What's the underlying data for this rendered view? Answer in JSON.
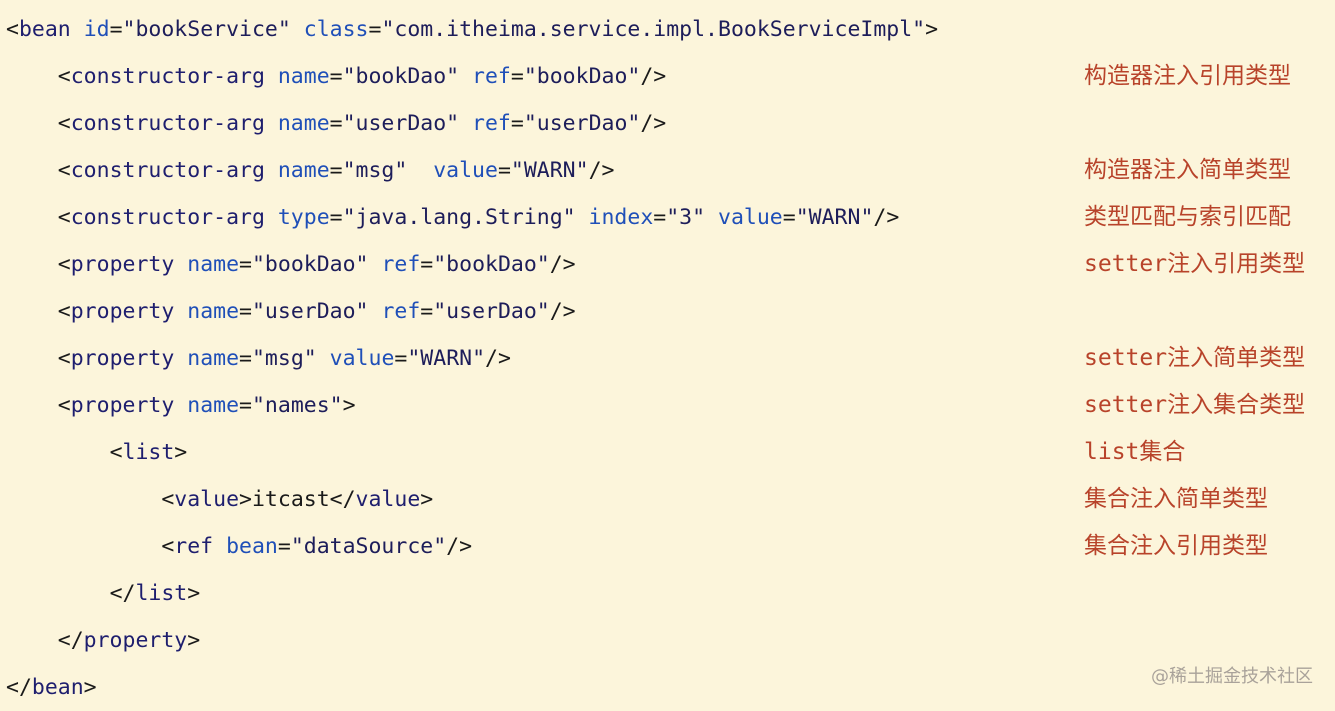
{
  "lines": [
    {
      "indent": 0,
      "tokens": [
        {
          "t": "punc",
          "v": "<"
        },
        {
          "t": "tag",
          "v": "bean"
        },
        {
          "t": "punc",
          "v": " "
        },
        {
          "t": "attr",
          "v": "id"
        },
        {
          "t": "punc",
          "v": "="
        },
        {
          "t": "val",
          "v": "\"bookService\""
        },
        {
          "t": "punc",
          "v": " "
        },
        {
          "t": "attr",
          "v": "class"
        },
        {
          "t": "punc",
          "v": "="
        },
        {
          "t": "val",
          "v": "\"com.itheima.service.impl.BookServiceImpl\""
        },
        {
          "t": "punc",
          "v": ">"
        }
      ]
    },
    {
      "indent": 1,
      "tokens": [
        {
          "t": "punc",
          "v": "<"
        },
        {
          "t": "tag",
          "v": "constructor-arg"
        },
        {
          "t": "punc",
          "v": " "
        },
        {
          "t": "attr",
          "v": "name"
        },
        {
          "t": "punc",
          "v": "="
        },
        {
          "t": "val",
          "v": "\"bookDao\""
        },
        {
          "t": "punc",
          "v": " "
        },
        {
          "t": "attr",
          "v": "ref"
        },
        {
          "t": "punc",
          "v": "="
        },
        {
          "t": "val",
          "v": "\"bookDao\""
        },
        {
          "t": "punc",
          "v": "/>"
        }
      ]
    },
    {
      "indent": 1,
      "tokens": [
        {
          "t": "punc",
          "v": "<"
        },
        {
          "t": "tag",
          "v": "constructor-arg"
        },
        {
          "t": "punc",
          "v": " "
        },
        {
          "t": "attr",
          "v": "name"
        },
        {
          "t": "punc",
          "v": "="
        },
        {
          "t": "val",
          "v": "\"userDao\""
        },
        {
          "t": "punc",
          "v": " "
        },
        {
          "t": "attr",
          "v": "ref"
        },
        {
          "t": "punc",
          "v": "="
        },
        {
          "t": "val",
          "v": "\"userDao\""
        },
        {
          "t": "punc",
          "v": "/>"
        }
      ]
    },
    {
      "indent": 1,
      "tokens": [
        {
          "t": "punc",
          "v": "<"
        },
        {
          "t": "tag",
          "v": "constructor-arg"
        },
        {
          "t": "punc",
          "v": " "
        },
        {
          "t": "attr",
          "v": "name"
        },
        {
          "t": "punc",
          "v": "="
        },
        {
          "t": "val",
          "v": "\"msg\""
        },
        {
          "t": "punc",
          "v": "  "
        },
        {
          "t": "attr",
          "v": "value"
        },
        {
          "t": "punc",
          "v": "="
        },
        {
          "t": "val",
          "v": "\"WARN\""
        },
        {
          "t": "punc",
          "v": "/>"
        }
      ]
    },
    {
      "indent": 1,
      "tokens": [
        {
          "t": "punc",
          "v": "<"
        },
        {
          "t": "tag",
          "v": "constructor-arg"
        },
        {
          "t": "punc",
          "v": " "
        },
        {
          "t": "attr",
          "v": "type"
        },
        {
          "t": "punc",
          "v": "="
        },
        {
          "t": "val",
          "v": "\"java.lang.String\""
        },
        {
          "t": "punc",
          "v": " "
        },
        {
          "t": "attr",
          "v": "index"
        },
        {
          "t": "punc",
          "v": "="
        },
        {
          "t": "val",
          "v": "\"3\""
        },
        {
          "t": "punc",
          "v": " "
        },
        {
          "t": "attr",
          "v": "value"
        },
        {
          "t": "punc",
          "v": "="
        },
        {
          "t": "val",
          "v": "\"WARN\""
        },
        {
          "t": "punc",
          "v": "/>"
        }
      ]
    },
    {
      "indent": 1,
      "tokens": [
        {
          "t": "punc",
          "v": "<"
        },
        {
          "t": "tag",
          "v": "property"
        },
        {
          "t": "punc",
          "v": " "
        },
        {
          "t": "attr",
          "v": "name"
        },
        {
          "t": "punc",
          "v": "="
        },
        {
          "t": "val",
          "v": "\"bookDao\""
        },
        {
          "t": "punc",
          "v": " "
        },
        {
          "t": "attr",
          "v": "ref"
        },
        {
          "t": "punc",
          "v": "="
        },
        {
          "t": "val",
          "v": "\"bookDao\""
        },
        {
          "t": "punc",
          "v": "/>"
        }
      ]
    },
    {
      "indent": 1,
      "tokens": [
        {
          "t": "punc",
          "v": "<"
        },
        {
          "t": "tag",
          "v": "property"
        },
        {
          "t": "punc",
          "v": " "
        },
        {
          "t": "attr",
          "v": "name"
        },
        {
          "t": "punc",
          "v": "="
        },
        {
          "t": "val",
          "v": "\"userDao\""
        },
        {
          "t": "punc",
          "v": " "
        },
        {
          "t": "attr",
          "v": "ref"
        },
        {
          "t": "punc",
          "v": "="
        },
        {
          "t": "val",
          "v": "\"userDao\""
        },
        {
          "t": "punc",
          "v": "/>"
        }
      ]
    },
    {
      "indent": 1,
      "tokens": [
        {
          "t": "punc",
          "v": "<"
        },
        {
          "t": "tag",
          "v": "property"
        },
        {
          "t": "punc",
          "v": " "
        },
        {
          "t": "attr",
          "v": "name"
        },
        {
          "t": "punc",
          "v": "="
        },
        {
          "t": "val",
          "v": "\"msg\""
        },
        {
          "t": "punc",
          "v": " "
        },
        {
          "t": "attr",
          "v": "value"
        },
        {
          "t": "punc",
          "v": "="
        },
        {
          "t": "val",
          "v": "\"WARN\""
        },
        {
          "t": "punc",
          "v": "/>"
        }
      ]
    },
    {
      "indent": 1,
      "tokens": [
        {
          "t": "punc",
          "v": "<"
        },
        {
          "t": "tag",
          "v": "property"
        },
        {
          "t": "punc",
          "v": " "
        },
        {
          "t": "attr",
          "v": "name"
        },
        {
          "t": "punc",
          "v": "="
        },
        {
          "t": "val",
          "v": "\"names\""
        },
        {
          "t": "punc",
          "v": ">"
        }
      ]
    },
    {
      "indent": 2,
      "tokens": [
        {
          "t": "punc",
          "v": "<"
        },
        {
          "t": "tag",
          "v": "list"
        },
        {
          "t": "punc",
          "v": ">"
        }
      ]
    },
    {
      "indent": 3,
      "tokens": [
        {
          "t": "punc",
          "v": "<"
        },
        {
          "t": "tag",
          "v": "value"
        },
        {
          "t": "punc",
          "v": ">"
        },
        {
          "t": "text",
          "v": "itcast"
        },
        {
          "t": "punc",
          "v": "</"
        },
        {
          "t": "tag",
          "v": "value"
        },
        {
          "t": "punc",
          "v": ">"
        }
      ]
    },
    {
      "indent": 3,
      "tokens": [
        {
          "t": "punc",
          "v": "<"
        },
        {
          "t": "tag",
          "v": "ref"
        },
        {
          "t": "punc",
          "v": " "
        },
        {
          "t": "attr",
          "v": "bean"
        },
        {
          "t": "punc",
          "v": "="
        },
        {
          "t": "val",
          "v": "\"dataSource\""
        },
        {
          "t": "punc",
          "v": "/>"
        }
      ]
    },
    {
      "indent": 2,
      "tokens": [
        {
          "t": "punc",
          "v": "</"
        },
        {
          "t": "tag",
          "v": "list"
        },
        {
          "t": "punc",
          "v": ">"
        }
      ]
    },
    {
      "indent": 1,
      "tokens": [
        {
          "t": "punc",
          "v": "</"
        },
        {
          "t": "tag",
          "v": "property"
        },
        {
          "t": "punc",
          "v": ">"
        }
      ]
    },
    {
      "indent": 0,
      "tokens": [
        {
          "t": "punc",
          "v": "</"
        },
        {
          "t": "tag",
          "v": "bean"
        },
        {
          "t": "punc",
          "v": ">"
        }
      ]
    }
  ],
  "notes": [
    {
      "line": 1,
      "text": "构造器注入引用类型"
    },
    {
      "line": 3,
      "text": "构造器注入简单类型"
    },
    {
      "line": 4,
      "text": "类型匹配与索引匹配"
    },
    {
      "line": 5,
      "text": "setter注入引用类型"
    },
    {
      "line": 7,
      "text": "setter注入简单类型"
    },
    {
      "line": 8,
      "text": "setter注入集合类型"
    },
    {
      "line": 9,
      "text": "list集合"
    },
    {
      "line": 10,
      "text": "集合注入简单类型"
    },
    {
      "line": 11,
      "text": "集合注入引用类型"
    }
  ],
  "watermark": "@稀土掘金技术社区",
  "colors": {
    "background": "#fcf5db",
    "tag": "#1e1e6e",
    "attribute": "#1f4fb8",
    "value": "#1d1d5a",
    "note": "#b8432a",
    "watermark": "#a9a29a"
  }
}
